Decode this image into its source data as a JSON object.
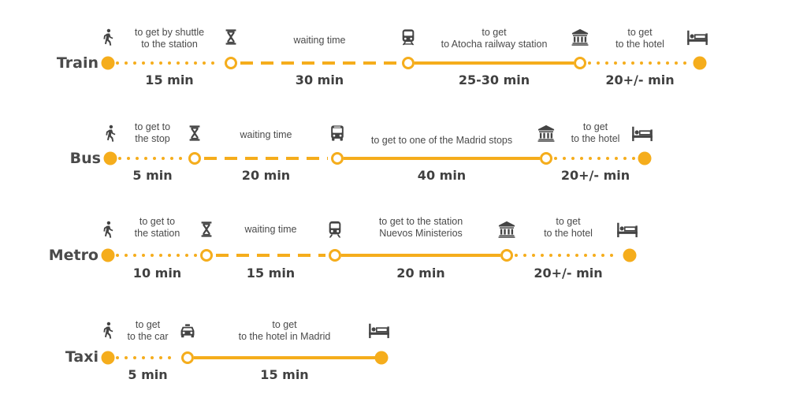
{
  "colors": {
    "accent": "#f5ad1c",
    "icon": "#444444",
    "text": "#4a4a4a"
  },
  "routes": [
    {
      "label": "Train",
      "stops": [
        {
          "kind": "start",
          "icon": "walking-person-icon",
          "icon_label": "person"
        },
        {
          "kind": "ring",
          "icon": "hourglass-icon"
        },
        {
          "kind": "ring",
          "icon": "train-icon"
        },
        {
          "kind": "ring",
          "icon": "landmark-building-icon"
        },
        {
          "kind": "end",
          "icon": "bed-hotel-icon"
        }
      ],
      "segments": [
        {
          "style": "dotted",
          "desc": "to get by shuttle\nto the station",
          "duration": "15 min"
        },
        {
          "style": "dashed",
          "desc": "waiting time",
          "duration": "30 min"
        },
        {
          "style": "solid",
          "desc": "to get\nto Atocha railway station",
          "duration": "25-30 min"
        },
        {
          "style": "dotted",
          "desc": "to get\nto the hotel",
          "duration": "20+/- min"
        }
      ]
    },
    {
      "label": "Bus",
      "stops": [
        {
          "kind": "start",
          "icon": "walking-person-icon"
        },
        {
          "kind": "ring",
          "icon": "hourglass-icon"
        },
        {
          "kind": "ring",
          "icon": "bus-icon"
        },
        {
          "kind": "ring",
          "icon": "landmark-building-icon"
        },
        {
          "kind": "end",
          "icon": "bed-hotel-icon"
        }
      ],
      "segments": [
        {
          "style": "dotted",
          "desc": "to get to\nthe stop",
          "duration": "5 min"
        },
        {
          "style": "dashed",
          "desc": "waiting time",
          "duration": "20 min"
        },
        {
          "style": "solid",
          "desc": "to get to one of the Madrid stops",
          "duration": "40 min"
        },
        {
          "style": "dotted",
          "desc": "to get\nto the hotel",
          "duration": "20+/- min"
        }
      ]
    },
    {
      "label": "Metro",
      "stops": [
        {
          "kind": "start",
          "icon": "walking-person-icon"
        },
        {
          "kind": "ring",
          "icon": "hourglass-icon"
        },
        {
          "kind": "ring",
          "icon": "metro-train-icon"
        },
        {
          "kind": "ring",
          "icon": "landmark-building-icon"
        },
        {
          "kind": "end",
          "icon": "bed-hotel-icon"
        }
      ],
      "segments": [
        {
          "style": "dotted",
          "desc": "to get to\nthe station",
          "duration": "10 min"
        },
        {
          "style": "dashed",
          "desc": "waiting time",
          "duration": "15 min"
        },
        {
          "style": "solid",
          "desc": "to get to the station\nNuevos Ministerios",
          "duration": "20 min"
        },
        {
          "style": "dotted",
          "desc": "to get\nto the hotel",
          "duration": "20+/- min"
        }
      ]
    },
    {
      "label": "Taxi",
      "stops": [
        {
          "kind": "start",
          "icon": "walking-person-icon"
        },
        {
          "kind": "ring",
          "icon": "taxi-car-icon"
        },
        {
          "kind": "end",
          "icon": "bed-hotel-icon"
        }
      ],
      "segments": [
        {
          "style": "dotted",
          "desc": "to get\nto the car",
          "duration": "5 min"
        },
        {
          "style": "solid",
          "desc": "to get\nto the hotel in Madrid",
          "duration": "15 min"
        }
      ]
    }
  ]
}
